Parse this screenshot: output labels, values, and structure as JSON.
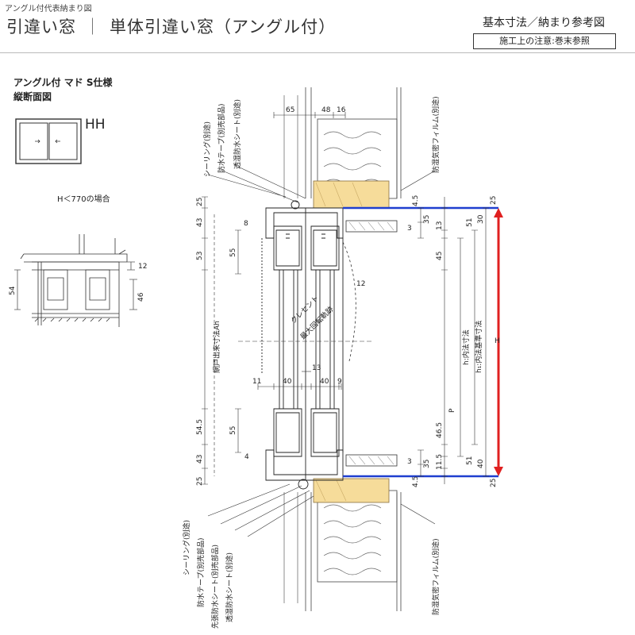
{
  "header": {
    "category": "アングル付代表納まり図",
    "title_left": "引違い窓",
    "title_separator": "｜",
    "title_main": "単体引違い窓（アングル付）",
    "reference": "基本寸法／納まり参考図",
    "note": "施工上の注意:巻末参照"
  },
  "spec": {
    "line1": "アングル付 マド S仕様",
    "line2": "縦断面図",
    "window_code": "HH",
    "small_case": "H＜770の場合"
  },
  "small_detail_dims": {
    "d12": "12",
    "d54": "54",
    "d46": "46"
  },
  "labels": {
    "top_sealing": "シーリング(別途)",
    "top_tape": "防水テープ(別売部品)",
    "top_sheet": "透湿防水シート(別途)",
    "top_film": "防湿気密フィルム(別途)",
    "bot_sealing": "シーリング(別途)",
    "bot_tape": "防水テープ(別売部品)",
    "bot_sheet_a": "先張防水シート(別売部品)",
    "bot_sheet_b": "透湿防水シート(別途)",
    "bot_film": "防湿気密フィルム(別途)",
    "crescent": "クレセント",
    "max_rotation": "最大回転軌跡",
    "screen_height": "網戸出来寸法Ah",
    "inner_h": "h:内法寸法",
    "inner_h1": "h₁:内法基準寸法",
    "H": "H",
    "P": "P"
  },
  "dims": {
    "top_65": "65",
    "top_48": "48",
    "top_16": "16",
    "l25a": "25",
    "l43a": "43",
    "l8": "8",
    "l53": "53",
    "l55a": "55",
    "r4_5a": "4.5",
    "r35a": "35",
    "r3a": "3",
    "r13": "13",
    "r30": "30",
    "r51a": "51",
    "r45": "45",
    "r12": "12",
    "r25a": "25",
    "mid13": "13",
    "m11": "11",
    "m40a": "40",
    "m40b": "40",
    "m9": "9",
    "l54_5": "54.5",
    "l55b": "55",
    "l4": "4",
    "l43b": "43",
    "l25b": "25",
    "r46_5": "46.5",
    "r11_5": "11.5",
    "r35b": "35",
    "r3b": "3",
    "r51b": "51",
    "r40": "40",
    "r4_5b": "4.5",
    "r25b": "25"
  },
  "colors": {
    "wood": "#f6dc9a",
    "blue_line": "#1f3fcf",
    "red_arrow": "#e02020",
    "insulation": "#666666"
  }
}
